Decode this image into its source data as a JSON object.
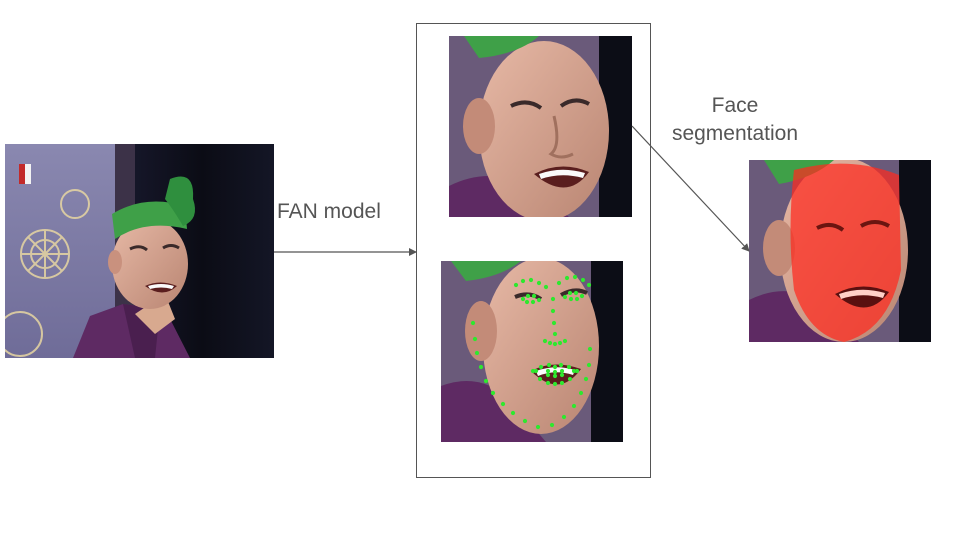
{
  "labels": {
    "fan_model": "FAN model",
    "face_segmentation_line1": "Face",
    "face_segmentation_line2": "segmentation"
  },
  "colors": {
    "arrow": "#555555",
    "landmark": "#2ee82e",
    "segmentation_mask": "#ff2a1f",
    "headband": "#3fa048",
    "robe": "#5e2a63",
    "backdrop": "#0c0d16"
  },
  "images": {
    "input": "input-photo",
    "cropped_face": "cropped-face",
    "landmarks": "face-with-landmarks",
    "segmented": "segmented-face"
  }
}
